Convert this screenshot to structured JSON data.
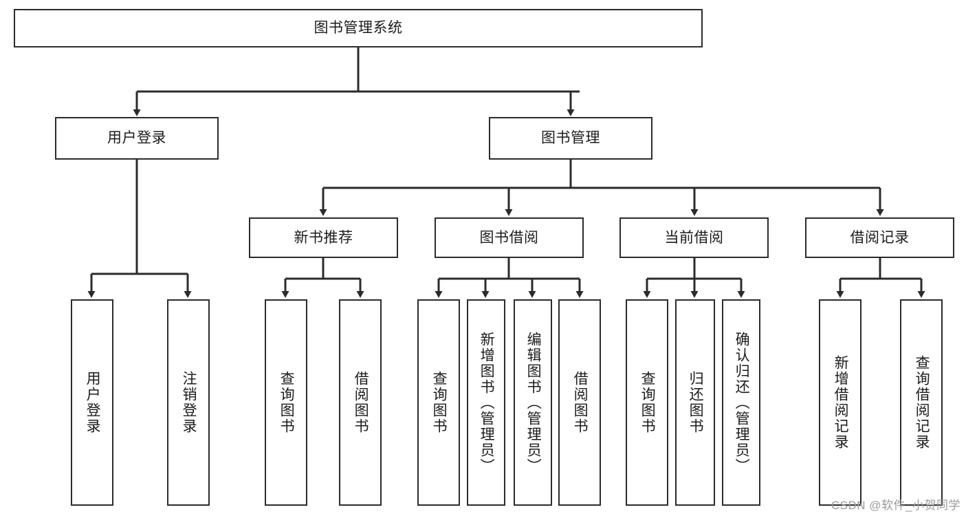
{
  "diagram": {
    "title": "图书管理系统",
    "watermark": "CSDN @软件_小贺同学",
    "colors": {
      "stroke": "#2b2b2b",
      "fill": "#ffffff",
      "text": "#1b1b1b",
      "watermark": "#9a9a9a"
    },
    "nodes": {
      "root": {
        "label": "图书管理系统",
        "orientation": "horizontal"
      },
      "level2": [
        {
          "label": "用户登录",
          "orientation": "horizontal"
        },
        {
          "label": "图书管理",
          "orientation": "horizontal"
        }
      ],
      "level3": [
        {
          "label": "新书推荐",
          "orientation": "horizontal"
        },
        {
          "label": "图书借阅",
          "orientation": "horizontal"
        },
        {
          "label": "当前借阅",
          "orientation": "horizontal"
        },
        {
          "label": "借阅记录",
          "orientation": "horizontal"
        }
      ],
      "leaves_user_login": [
        {
          "label": "用户登录",
          "orientation": "vertical"
        },
        {
          "label": "注销登录",
          "orientation": "vertical"
        }
      ],
      "leaves_new_book": [
        {
          "label": "查询图书",
          "orientation": "vertical"
        },
        {
          "label": "借阅图书",
          "orientation": "vertical"
        }
      ],
      "leaves_borrow": [
        {
          "label": "查询图书",
          "orientation": "vertical"
        },
        {
          "label": "新增图书（管理员）",
          "orientation": "vertical"
        },
        {
          "label": "编辑图书（管理员）",
          "orientation": "vertical"
        },
        {
          "label": "借阅图书",
          "orientation": "vertical"
        }
      ],
      "leaves_current": [
        {
          "label": "查询图书",
          "orientation": "vertical"
        },
        {
          "label": "归还图书",
          "orientation": "vertical"
        },
        {
          "label": "确认归还（管理员）",
          "orientation": "vertical"
        }
      ],
      "leaves_records": [
        {
          "label": "新增借阅记录",
          "orientation": "vertical"
        },
        {
          "label": "查询借阅记录",
          "orientation": "vertical"
        }
      ]
    }
  }
}
